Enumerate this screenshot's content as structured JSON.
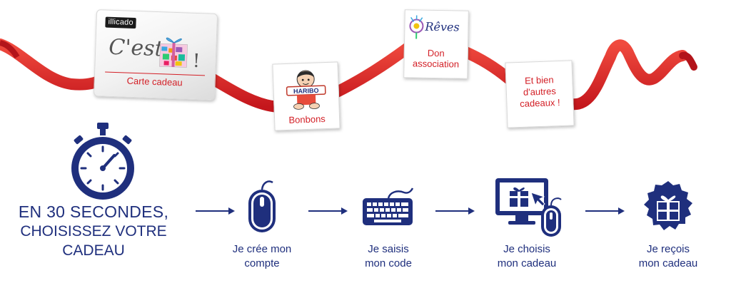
{
  "cards": {
    "illicado": {
      "brand": "illicado",
      "tagline_prefix": "C'est",
      "tagline_suffix": "!",
      "label": "Carte cadeau"
    },
    "haribo": {
      "brand": "HARIBO",
      "label": "Bonbons"
    },
    "reves": {
      "brand": "Rêves",
      "label_line1": "Don",
      "label_line2": "association"
    },
    "autres": {
      "label_line1": "Et bien",
      "label_line2": "d'autres",
      "label_line3": "cadeaux !"
    }
  },
  "headline": {
    "line1": "EN 30 SECONDES,",
    "line2": "CHOISISSEZ VOTRE",
    "line3": "CADEAU"
  },
  "steps": [
    {
      "icon": "mouse-icon",
      "line1": "Je crée mon",
      "line2": "compte"
    },
    {
      "icon": "keyboard-icon",
      "line1": "Je saisis",
      "line2": "mon code"
    },
    {
      "icon": "computer-gift-icon",
      "line1": "Je choisis",
      "line2": "mon cadeau"
    },
    {
      "icon": "gift-badge-icon",
      "line1": "Je reçois",
      "line2": "mon cadeau"
    }
  ],
  "colors": {
    "ribbon": "#e02b2b",
    "navy": "#1f2f7d",
    "label_red": "#d31f26"
  }
}
